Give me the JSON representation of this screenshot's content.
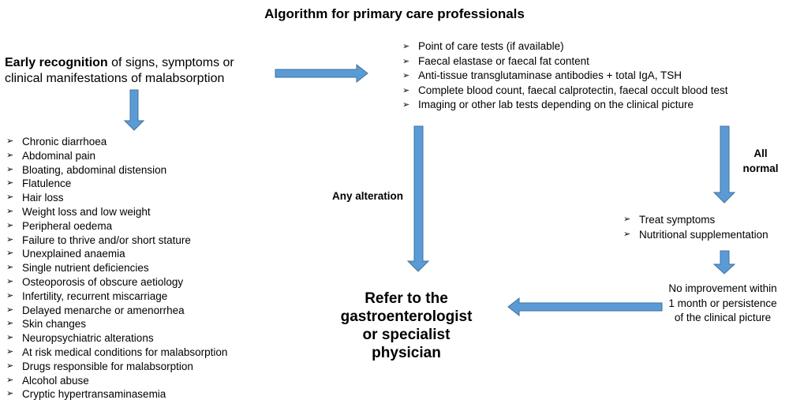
{
  "title": "Algorithm for primary care professionals",
  "early_recognition": {
    "bold": "Early recognition",
    "rest": " of signs, symptoms or clinical manifestations of malabsorption"
  },
  "bullet_symbol": "➢",
  "symptoms": [
    "Chronic diarrhoea",
    "Abdominal pain",
    "Bloating, abdominal distension",
    "Flatulence",
    "Hair loss",
    "Weight loss and low weight",
    "Peripheral oedema",
    "Failure to thrive and/or short stature",
    "Unexplained anaemia",
    "Single nutrient deficiencies",
    "Osteoporosis of obscure aetiology",
    "Infertility, recurrent miscarriage",
    "Delayed menarche or amenorrhea",
    "Skin changes",
    "Neuropsychiatric alterations",
    "At risk medical conditions for malabsorption",
    "Drugs responsible for malabsorption",
    "Alcohol abuse",
    "Cryptic hypertransaminasemia"
  ],
  "tests": [
    "Point of care tests (if available)",
    "Faecal elastase or faecal fat content",
    "Anti-tissue transglutaminase antibodies + total IgA, TSH",
    "Complete blood count, faecal calprotectin, faecal occult blood test",
    "Imaging or other lab tests depending on the clinical picture"
  ],
  "any_alteration": "Any alteration",
  "all_normal": "All normal",
  "treatment": [
    "Treat symptoms",
    "Nutritional supplementation"
  ],
  "no_improvement": "No improvement within 1 month or persistence of the clinical picture",
  "refer": "Refer to the gastroenterologist or specialist physician",
  "colors": {
    "arrow_fill": "#5b9bd5",
    "arrow_stroke": "#41719c"
  }
}
